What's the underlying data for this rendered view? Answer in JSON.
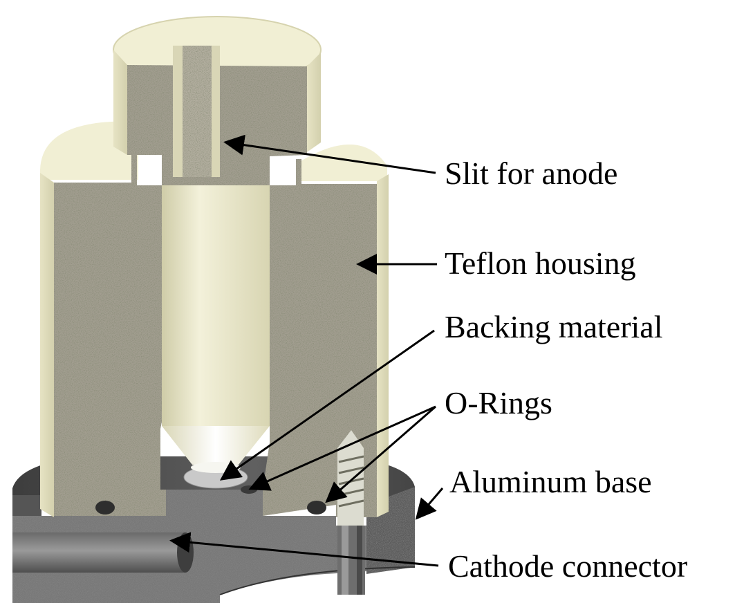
{
  "labels": {
    "slit": "Slit for anode",
    "housing": "Teflon housing",
    "backing": "Backing material",
    "orings": "O-Rings",
    "base": "Aluminum base",
    "connector": "Cathode connector"
  },
  "colors": {
    "teflon_face": "#f1efd4",
    "teflon_edge": "#e2dfb8",
    "teflon_cut": "#a29e90",
    "aluminum": "#5a5a5a",
    "aluminum_cut": "#7b7b7b",
    "leader": "#000000"
  }
}
